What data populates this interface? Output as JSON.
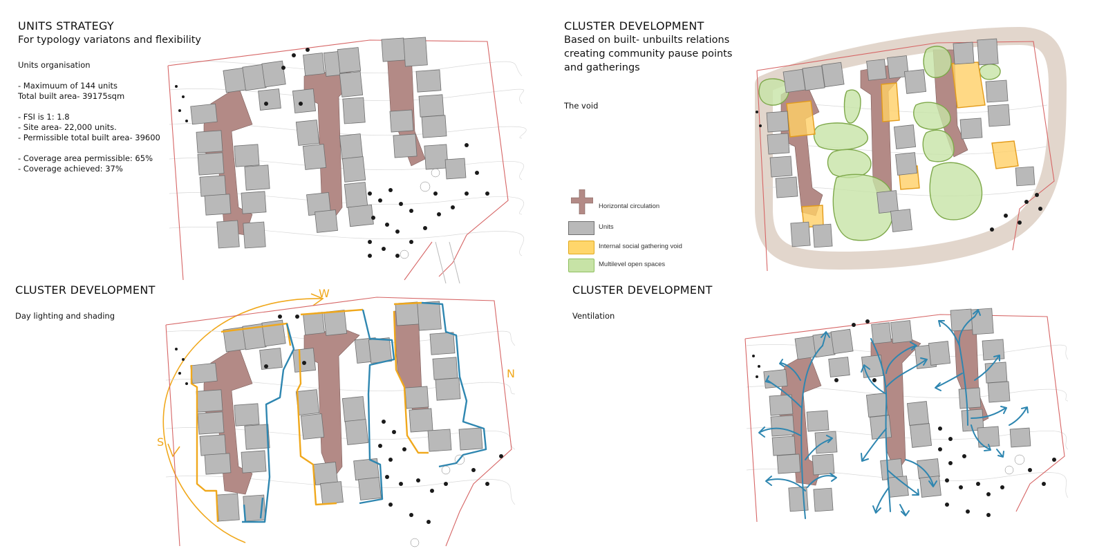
{
  "panels": {
    "units_strategy": {
      "title": "UNITS STRATEGY",
      "subtitle": "For typology variatons and flexibility",
      "section_heading": "Units organisation",
      "stats": "- Maximuum of 144 units\n  Total built area- 39175sqm\n\n- FSI is 1: 1.8\n- Site area- 22,000 units.\n- Permissible total built area- 39600\n\n- Coverage area permissible: 65%\n- Coverage achieved: 37%"
    },
    "cluster_void": {
      "title": "CLUSTER DEVELOPMENT",
      "subtitle": "Based on built- unbuilts relations\ncreating community pause points\nand gatherings",
      "section_heading": "The void",
      "legend": [
        {
          "label": "Horizontal circulation",
          "swatch": "#b38a86"
        },
        {
          "label": "Units",
          "swatch": "#b9b9b9"
        },
        {
          "label": "Internal social gathering void",
          "swatch": "#ffd66b"
        },
        {
          "label": "Multilevel open spaces",
          "swatch": "#c7e3a6"
        }
      ]
    },
    "cluster_daylight": {
      "title": "CLUSTER DEVELOPMENT",
      "section_heading": "Day lighting and shading",
      "compass_w": "W",
      "compass_n": "N",
      "compass_s": "S",
      "sun_color": "#f0a81c",
      "shade_color": "#2e86b0"
    },
    "cluster_ventilation": {
      "title": "CLUSTER DEVELOPMENT",
      "section_heading": "Ventilation",
      "wind_color": "#2e86b0"
    }
  }
}
